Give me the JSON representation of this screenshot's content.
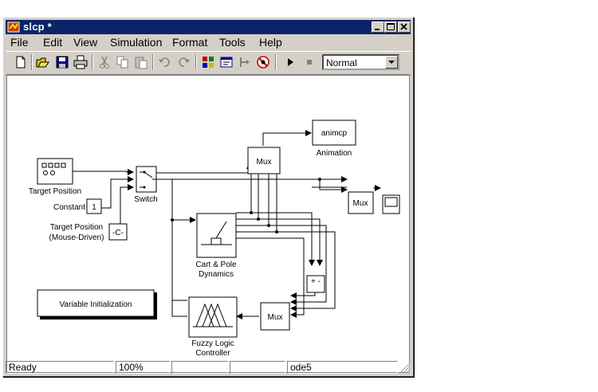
{
  "window": {
    "title": "slcp *"
  },
  "menu": {
    "items": [
      "File",
      "Edit",
      "View",
      "Simulation",
      "Format",
      "Tools",
      "Help"
    ]
  },
  "toolbar": {
    "icons": [
      "new-icon",
      "open-icon",
      "save-icon",
      "print-icon",
      "cut-icon",
      "copy-icon",
      "paste-icon",
      "undo-icon",
      "redo-icon",
      "library-browser-icon",
      "model-explorer-icon",
      "navigate-icon",
      "debug-icon",
      "start-simulation-icon",
      "stop-simulation-icon"
    ],
    "sim_mode": "Normal"
  },
  "model": {
    "blocks": {
      "target_position_label": "Target Position",
      "constant_label": "Constant",
      "constant_value": "1",
      "mouse_label_1": "Target Position",
      "mouse_label_2": "(Mouse-Driven)",
      "mouse_value": "-C-",
      "switch_label": "Switch",
      "mux_label": "Mux",
      "animcp_value": "animcp",
      "animation_label": "Animation",
      "cartpole_label_1": "Cart & Pole",
      "cartpole_label_2": "Dynamics",
      "fuzzy_label_1": "Fuzzy Logic",
      "fuzzy_label_2": "Controller",
      "var_init_label": "Variable Initialization",
      "sum_signs": "+ -"
    }
  },
  "statusbar": {
    "state": "Ready",
    "zoom": "100%",
    "solver": "ode5"
  }
}
